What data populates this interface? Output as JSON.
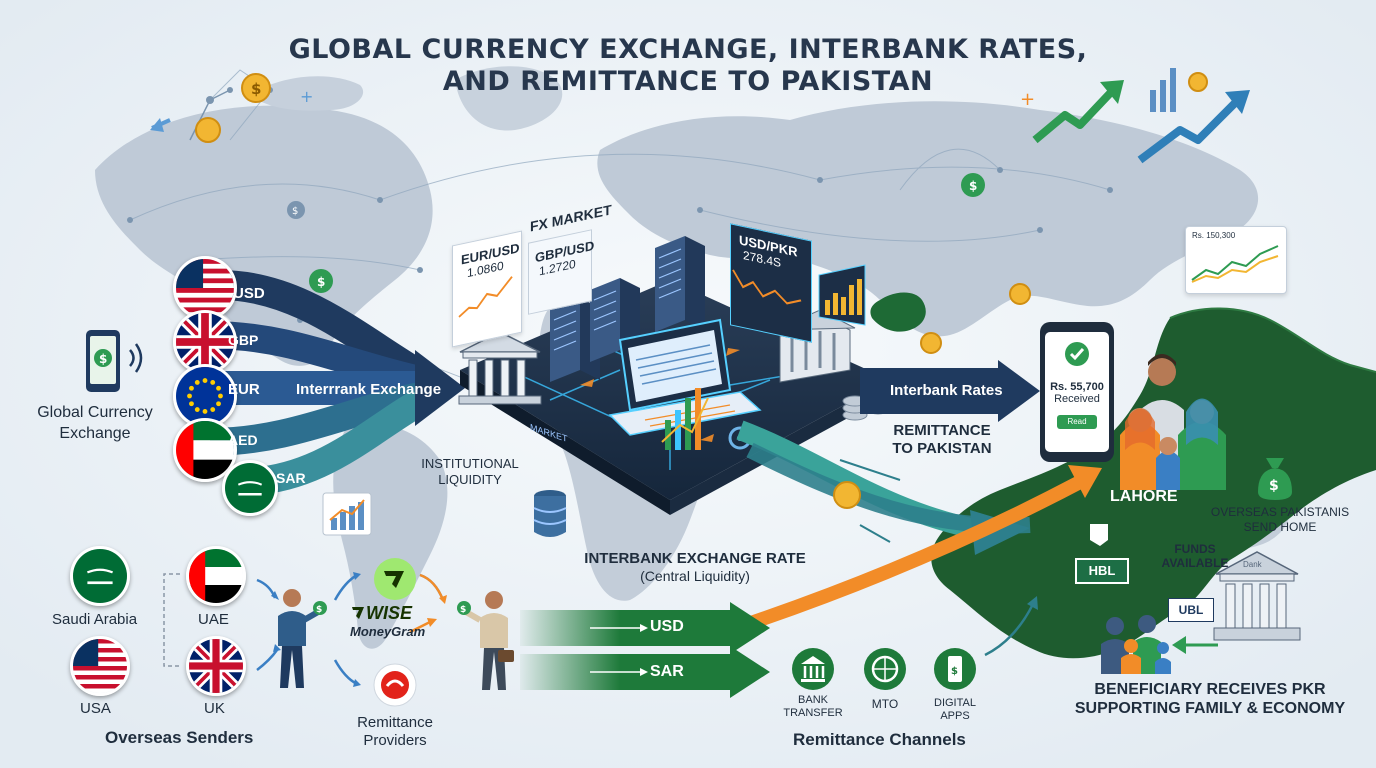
{
  "header": {
    "title_line1": "GLOBAL CURRENCY EXCHANGE, INTERBANK RATES,",
    "title_line2": "AND REMITTANCE TO PAKISTAN"
  },
  "colors": {
    "navy": "#1f3a5f",
    "teal": "#2a8c8c",
    "green": "#1e7a3a",
    "orange": "#f28c28",
    "pakistan_green": "#1d5e2e",
    "map": "#b9c6d4"
  },
  "left": {
    "currencies": [
      "USD",
      "GBP",
      "EUR",
      "AED",
      "SAR"
    ],
    "label_line1": "Global Currency",
    "label_line2": "Exchange",
    "arrow_label": "Interrrank Exchange"
  },
  "center": {
    "eur_usd_pair": "EUR/USD",
    "eur_usd_rate": "1.0860",
    "fx_market": "FX MARKET",
    "gbp_usd_pair": "GBP/USD",
    "gbp_usd_rate": "1.2720",
    "usd_pkr_pair": "USD/PKR",
    "usd_pkr_rate": "278.4S",
    "board_market": "MARKET",
    "institutional_line1": "INSTITUTIONAL",
    "institutional_line2": "LIQUIDITY",
    "interbank_title": "INTERBANK EXCHANGE RATE",
    "interbank_sub": "(Central Liquidity)"
  },
  "right": {
    "interbank_rates": "Interbank Rates",
    "remit_line1": "REMITTANCE",
    "remit_line2": "TO PAKISTAN",
    "chart_card_label": "Rs. 150,300",
    "phone_amount": "Rs. 55,700",
    "phone_status": "Received",
    "phone_button": "Read",
    "city": "LAHORE",
    "overseas_line1": "OVERSEAS PAKISTANIS",
    "overseas_line2": "SEND HOME",
    "funds_line1": "FUNDS",
    "funds_line2": "AVAILABLE",
    "bank_hbl": "HBL",
    "bank_ubl": "UBL",
    "bank_building": "Dank",
    "beneficiary_line1": "BENEFICIARY RECEIVES PKR",
    "beneficiary_line2": "SUPPORTING FAMILY & ECONOMY"
  },
  "senders": {
    "saudi": "Saudi Arabia",
    "uae": "UAE",
    "usa": "USA",
    "uk": "UK",
    "label": "Overseas Senders"
  },
  "providers": {
    "wise": "WISE",
    "moneygram": "MoneyGram",
    "label_line1": "Remittance",
    "label_line2": "Providers"
  },
  "flows": {
    "usd": "USD",
    "sar": "SAR"
  },
  "channels": {
    "bank_line1": "BANK",
    "bank_line2": "TRANSFER",
    "mto": "MTO",
    "digital_line1": "DIGITAL",
    "digital_line2": "APPS",
    "label": "Remittance Channels"
  },
  "icons": {
    "coin": "coin-icon",
    "phone": "phone-icon",
    "bank": "bank-icon",
    "server": "server-icon",
    "laptop": "laptop-icon",
    "check": "check-icon",
    "person": "person-icon",
    "family": "family-icon",
    "growth": "growth-arrow-icon"
  }
}
